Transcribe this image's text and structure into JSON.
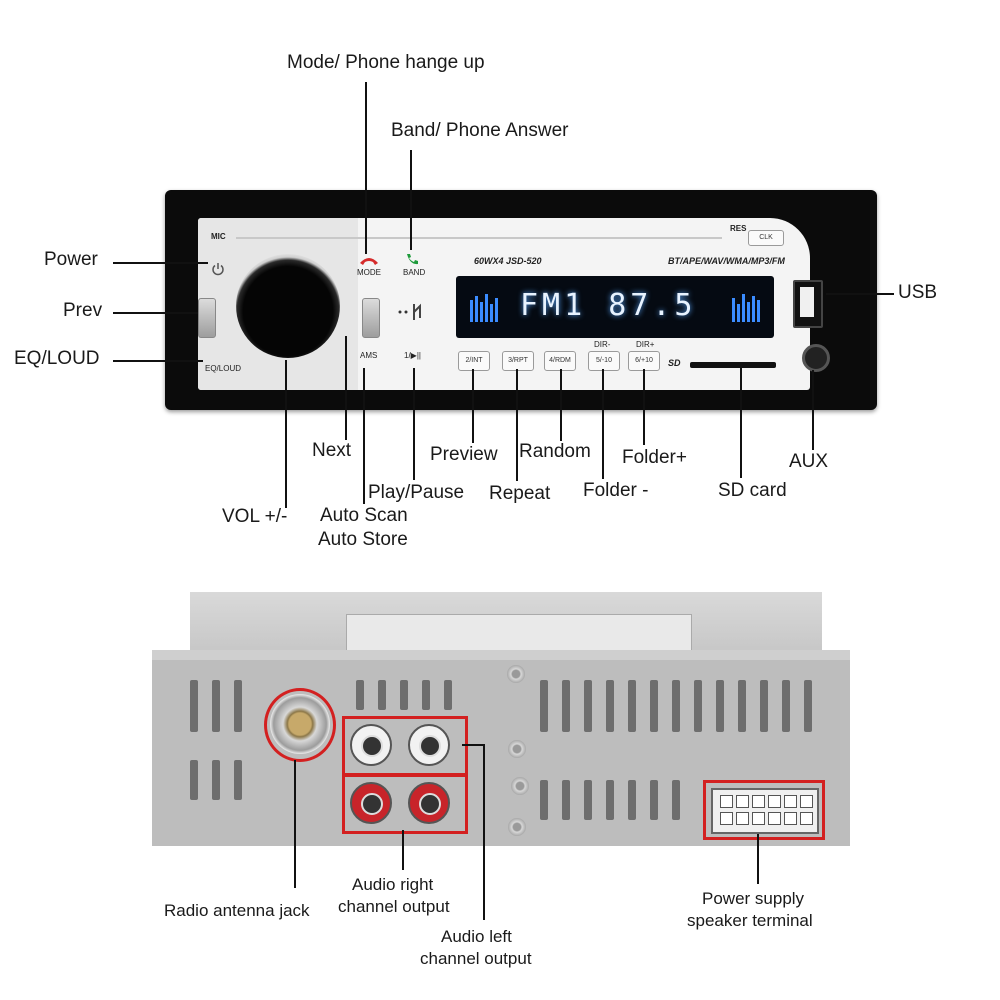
{
  "front_labels": {
    "mode": "Mode/ Phone hange up",
    "band": "Band/ Phone Answer",
    "power": "Power",
    "prev": "Prev",
    "eq": "EQ/LOUD",
    "usb": "USB",
    "aux": "AUX",
    "next": "Next",
    "vol": "VOL +/-",
    "play": "Play/Pause",
    "auto_scan": "Auto Scan",
    "auto_store": "Auto Store",
    "preview": "Preview",
    "repeat": "Repeat",
    "random": "Random",
    "folder_minus": "Folder -",
    "folder_plus": "Folder+",
    "sd": "SD card"
  },
  "device_text": {
    "mic": "MIC",
    "res": "RES",
    "clk": "CLK",
    "mode": "MODE",
    "band": "BAND",
    "model": "60WX4  JSD-520",
    "formats": "BT/APE/WAV/WMA/MP3/FM",
    "display": "FM1 87.5",
    "eq": "EQ/LOUD",
    "ams": "AMS",
    "play": "1/▶||",
    "b2": "2/INT",
    "b3": "3/RPT",
    "b4": "4/RDM",
    "b5": "5/-10",
    "b6": "6/+10",
    "dir_minus": "DIR-",
    "dir_plus": "DIR+",
    "sd": "SD"
  },
  "rear_labels": {
    "antenna": "Radio antenna jack",
    "audio_right_1": "Audio right",
    "audio_right_2": "channel output",
    "audio_left_1": "Audio left",
    "audio_left_2": "channel output",
    "power_1": "Power supply",
    "power_2": "speaker terminal"
  },
  "colors": {
    "highlight": "#d32020",
    "display_glow": "#5aa8ff",
    "unit_body": "#0b0b0b"
  },
  "icons": [
    "power-icon",
    "phone-hangup-icon",
    "phone-answer-icon",
    "bluetooth-icon",
    "sd-icon"
  ]
}
